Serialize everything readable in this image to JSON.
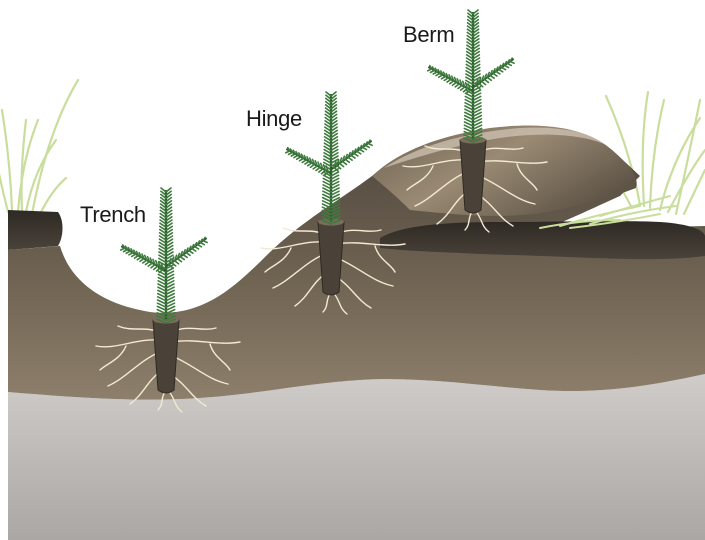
{
  "labels": {
    "trench": "Trench",
    "hinge": "Hinge",
    "berm": "Berm"
  },
  "colors": {
    "subsoil": "#c2bfbc",
    "topsoil_dark": "#5c5449",
    "topsoil_light": "#8a7b67",
    "berm_top": "#b7a68f",
    "overturned_sod": "#3a342d",
    "grass": "#c7dd9a",
    "needles": "#3f7a3e",
    "stem": "#2b5a2c",
    "roots": "#f2ead2",
    "plug": "#4a4239"
  },
  "icons": [
    "tree-seedling-icon",
    "grass-tuft-icon"
  ]
}
